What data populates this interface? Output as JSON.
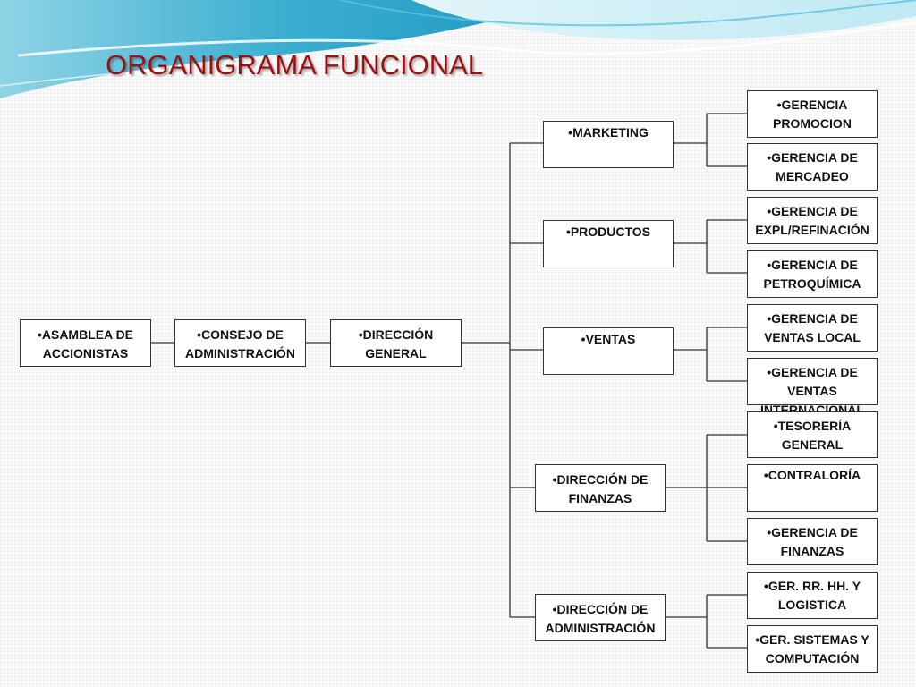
{
  "title": "ORGANIGRAMA FUNCIONAL",
  "colors": {
    "title": "#9b1010",
    "box_border": "#333333",
    "box_fill": "#ffffff",
    "connector": "#333333",
    "decor_teal": "#3aaed0",
    "decor_light": "#bfe9f3"
  },
  "nodes": {
    "asamblea": "ASAMBLEA DE\nACCIONISTAS",
    "consejo": "CONSEJO DE\nADMINISTRACIÓN",
    "direccion_general": "DIRECCIÓN\nGENERAL",
    "marketing": "MARKETING",
    "productos": "PRODUCTOS",
    "ventas": "VENTAS",
    "direccion_finanzas": "DIRECCIÓN DE\nFINANZAS",
    "direccion_administracion": "DIRECCIÓN DE\nADMINISTRACIÓN",
    "gerencia_promocion": "GERENCIA\nPROMOCION",
    "gerencia_mercadeo": "GERENCIA DE\nMERCADEO",
    "gerencia_expl": "GERENCIA DE\nEXPL/REFINACIÓN",
    "gerencia_petroquimica": "GERENCIA DE\nPETROQUÍMICA",
    "gerencia_ventas_local": "GERENCIA DE\nVENTAS LOCAL",
    "gerencia_ventas_internacional": "GERENCIA DE\nVENTAS\nINTERNACIONAL",
    "tesoreria": "TESORERÍA\nGENERAL",
    "contraloria": "CONTRALORÍA",
    "gerencia_finanzas": "GERENCIA DE\nFINANZAS",
    "ger_rrhh": "GER.  RR. HH. Y\nLOGISTICA",
    "ger_sistemas": "GER.  SISTEMAS Y\nCOMPUTACIÓN"
  }
}
